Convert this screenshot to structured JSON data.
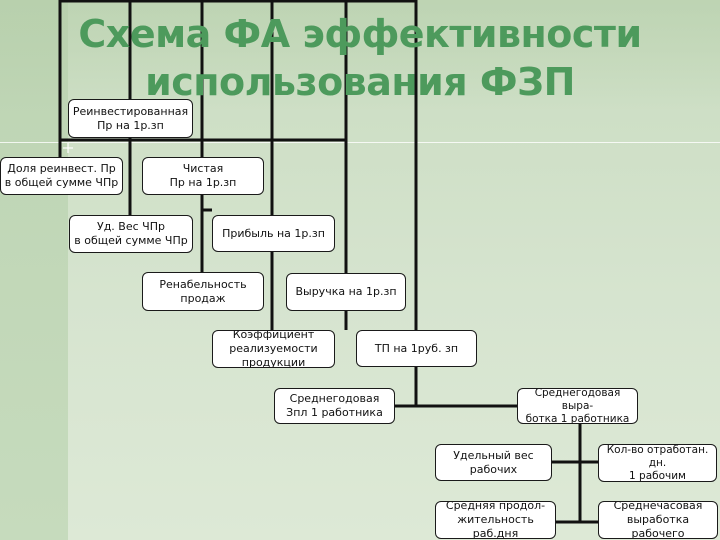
{
  "title": {
    "line1": "Схема ФА эффективности",
    "line2": "использования ФЗП",
    "color": "#4d9a5c"
  },
  "boxes": {
    "reinvested": "Реинвестированная\nПр на 1р.зп",
    "share_reinvest": "Доля реинвест. Пр\nв общей сумме ЧПр",
    "net_profit": "Чистая\nПр на 1р.зп",
    "weight_net": "Уд. Вес  ЧПр\nв общей сумме ЧПр",
    "profit": "Прибыль на 1р.зп",
    "profitability": "Ренабельность\nпродаж",
    "revenue": "Выручка на 1р.зп",
    "realization": "Коэффициент\nреализуемости\nпродукции",
    "tp": "ТП на 1руб. зп",
    "avg_salary": "Среднегодовая\nЗпл 1 работника",
    "avg_output": "Среднегодовая\nвыра-\nботка 1 работника",
    "specific_weight": "Удельный вес\nрабочих",
    "days_worked": "Кол-во отработан.\nдн.\n1 рабочим",
    "avg_duration": "Средняя продол-\nжительность раб.дня",
    "hourly_output": "Среднечасовая\nвыработка рабочего"
  }
}
